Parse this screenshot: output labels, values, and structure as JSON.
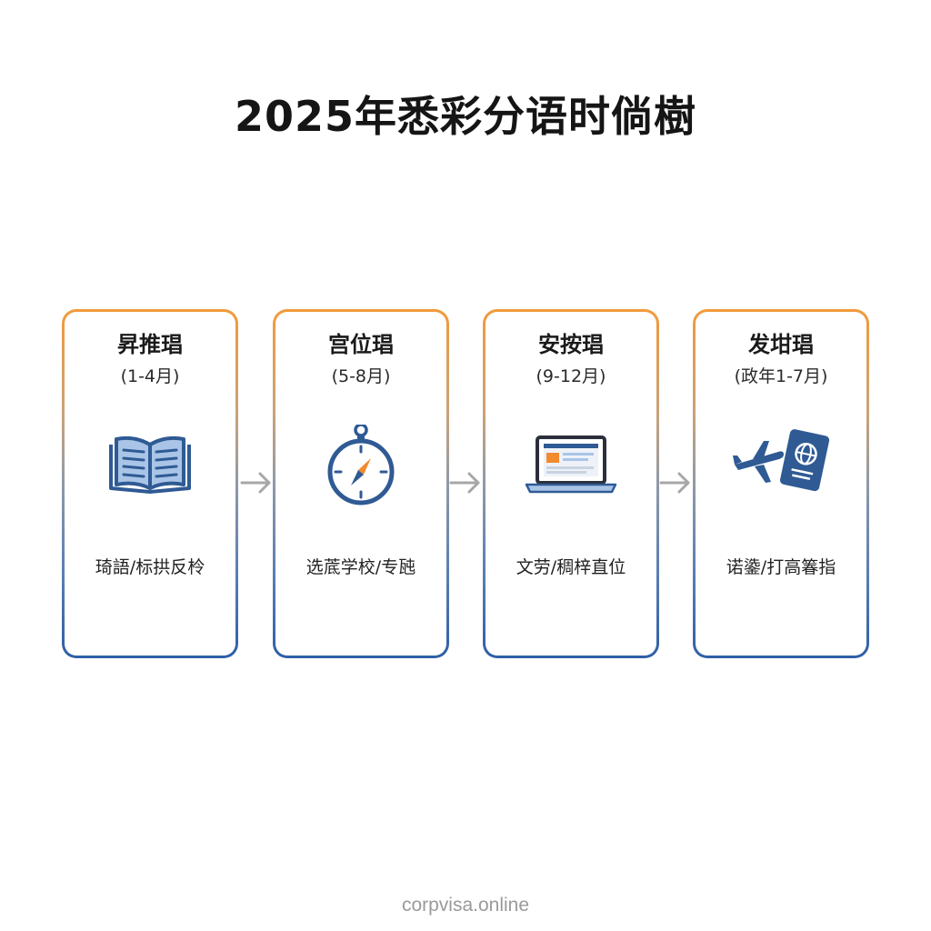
{
  "title": "2025年悉彩分语时倘樹",
  "stages": [
    {
      "name": "昇推琩",
      "period": "(1-4月)",
      "description": "琦語/标拱反柃",
      "icon": "open-book-icon"
    },
    {
      "name": "宫位琩",
      "period": "(5-8月)",
      "description": "选菧学校/专瓲",
      "icon": "compass-icon"
    },
    {
      "name": "安按琩",
      "period": "(9-12月)",
      "description": "文劳/稠梓直位",
      "icon": "laptop-icon"
    },
    {
      "name": "发坩琩",
      "period": "(政年1-7月)",
      "description": "诺鍌/打高箺指",
      "icon": "airplane-passport-icon"
    }
  ],
  "footer": "corpvisa.online",
  "colors": {
    "border_top": "#f29a3a",
    "border_bottom": "#2f5fa7",
    "icon_blue": "#2f5a94",
    "icon_light_blue": "#a9c4e6",
    "icon_orange": "#f28a2e",
    "arrow_gray": "#a7a7a7"
  }
}
